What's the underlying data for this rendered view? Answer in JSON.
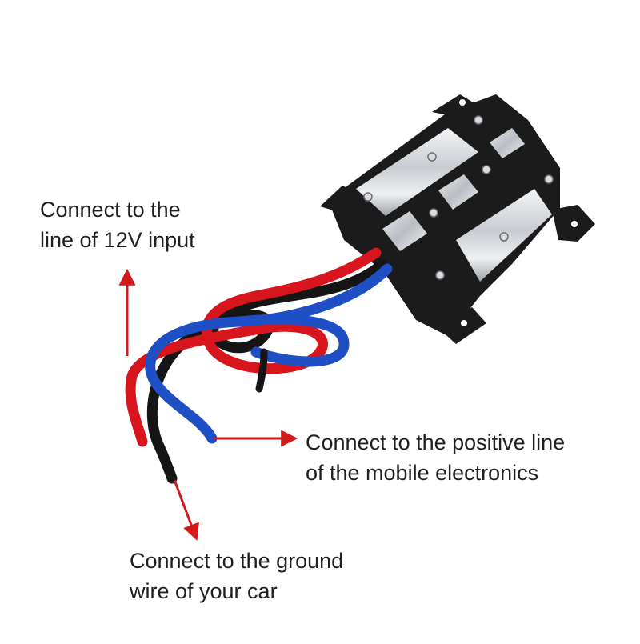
{
  "labels": {
    "input": {
      "line1": "Connect to the",
      "line2": "line of 12V input"
    },
    "positive": {
      "line1": "Connect to the positive line",
      "line2": "of the mobile electronics"
    },
    "ground": {
      "line1": "Connect to the ground",
      "line2": "wire of your car"
    }
  },
  "colors": {
    "arrow": "#d21a1a",
    "wire_red": "#d8141c",
    "wire_blue": "#1e4fc4",
    "wire_black": "#151515",
    "housing_black": "#1b1b1b",
    "aluminum": "#cfd2d6"
  }
}
